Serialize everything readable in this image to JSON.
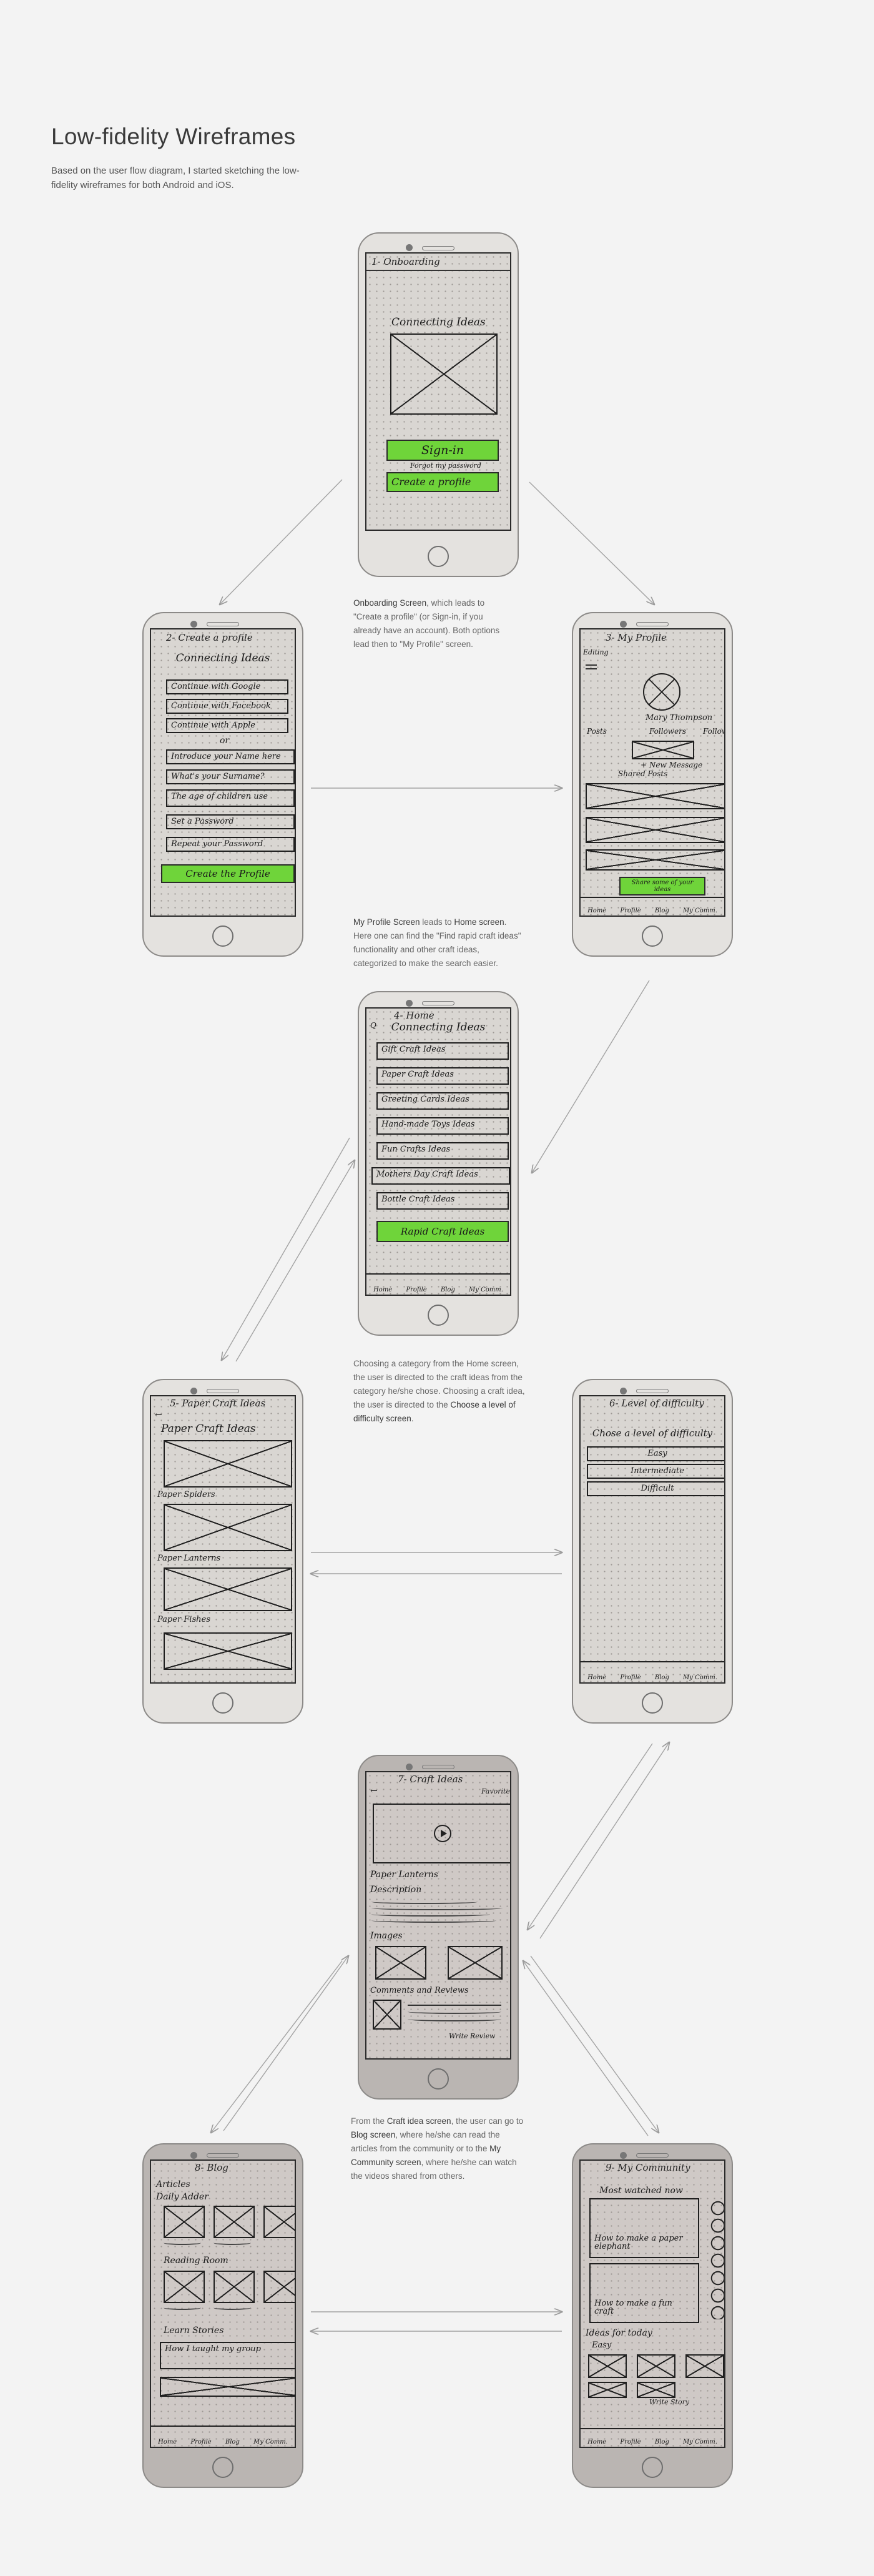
{
  "header": {
    "title": "Low-fidelity Wireframes",
    "intro": "Based on the user flow diagram, I started sketching the low-fidelity wireframes for both Android and iOS."
  },
  "captions": {
    "onboarding": [
      {
        "text": "Onboarding Screen",
        "strong": true
      },
      {
        "text": ", which leads to \"Create a profile\" (or Sign-in, if you already have an account). Both options lead then to \"My Profile\" screen.",
        "strong": false
      }
    ],
    "profile": [
      {
        "text": "My Profile Screen",
        "strong": true
      },
      {
        "text": " leads to ",
        "strong": false
      },
      {
        "text": "Home screen",
        "strong": true
      },
      {
        "text": ". Here one can find the \"Find rapid craft ideas\" functionality and other craft ideas, categorized to make the search easier.",
        "strong": false
      }
    ],
    "home": [
      {
        "text": "Choosing a category from the Home screen, the user is directed to the craft ideas from the category he/she chose. Choosing a craft idea, the user is directed to the ",
        "strong": false
      },
      {
        "text": "Choose a level of difficulty screen",
        "strong": true
      },
      {
        "text": ".",
        "strong": false
      }
    ],
    "craft": [
      {
        "text": "From the ",
        "strong": false
      },
      {
        "text": "Craft idea screen",
        "strong": true
      },
      {
        "text": ", the user can go to ",
        "strong": false
      },
      {
        "text": "Blog screen",
        "strong": true
      },
      {
        "text": ", where he/she can read the articles from the community or to the ",
        "strong": false
      },
      {
        "text": "My Community screen",
        "strong": true
      },
      {
        "text": ", where he/she can watch the videos shared from others.",
        "strong": false
      }
    ]
  },
  "sketches": {
    "onboarding": {
      "label": "1- Onboarding",
      "title": "Connecting Ideas",
      "sign_in": "Sign-in",
      "forgot": "Forgot my password",
      "create": "Create a profile"
    },
    "create_profile": {
      "label": "2- Create a profile",
      "title": "Connecting Ideas",
      "fields": [
        "Continue with Google",
        "Continue with Facebook",
        "Continue with Apple",
        "Introduce your Name here",
        "What's your Surname?",
        "The age of children use",
        "Set a Password",
        "Repeat your Password"
      ],
      "or": "or",
      "cta": "Create the Profile"
    },
    "my_profile": {
      "label": "3- My Profile",
      "edit": "Editing",
      "name": "Mary Thompson",
      "stats": [
        "Posts",
        "Followers",
        "Following"
      ],
      "message": "+ New Message",
      "posts": "Shared Posts",
      "share": "Share some of your ideas",
      "nav": [
        "Home",
        "Profile",
        "Blog",
        "My Comm."
      ]
    },
    "home": {
      "label": "4- Home",
      "search": "Q",
      "title": "Connecting Ideas",
      "categories": [
        "Gift Craft Ideas",
        "Paper Craft Ideas",
        "Greeting Cards Ideas",
        "Hand-made Toys Ideas",
        "Fun Crafts Ideas",
        "Mothers Day Craft Ideas",
        "Bottle Craft Ideas"
      ],
      "cta": "Rapid Craft Ideas",
      "nav": [
        "Home",
        "Profile",
        "Blog",
        "My Comm."
      ]
    },
    "paper": {
      "label": "5- Paper Craft Ideas",
      "title": "Paper Craft Ideas",
      "items": [
        "Paper Spiders",
        "Paper Lanterns",
        "Paper Fishes"
      ]
    },
    "difficulty": {
      "label": "6- Level of difficulty",
      "title": "Chose a level of difficulty",
      "levels": [
        "Easy",
        "Intermediate",
        "Difficult"
      ],
      "nav": [
        "Home",
        "Profile",
        "Blog",
        "My Comm."
      ]
    },
    "craft": {
      "label": "7- Craft Ideas",
      "fav": "Favorite",
      "item": "Paper Lanterns",
      "description": "Description",
      "images": "Images",
      "comments": "Comments and Reviews",
      "footer": "Write Review"
    },
    "blog": {
      "label": "8- Blog",
      "articles": "Articles",
      "sections": [
        "Daily Adder",
        "Reading Room",
        "Learn Stories"
      ],
      "story": "How I taught my group",
      "nav": [
        "Home",
        "Profile",
        "Blog",
        "My Comm."
      ]
    },
    "community": {
      "label": "9- My Community",
      "most": "Most watched now",
      "videos": [
        "How to make a paper elephant",
        "How to make a fun craft"
      ],
      "ideas": "Ideas for today",
      "easy": "Easy",
      "share": "Write Story",
      "nav": [
        "Home",
        "Profile",
        "Blog",
        "My Comm."
      ]
    }
  }
}
